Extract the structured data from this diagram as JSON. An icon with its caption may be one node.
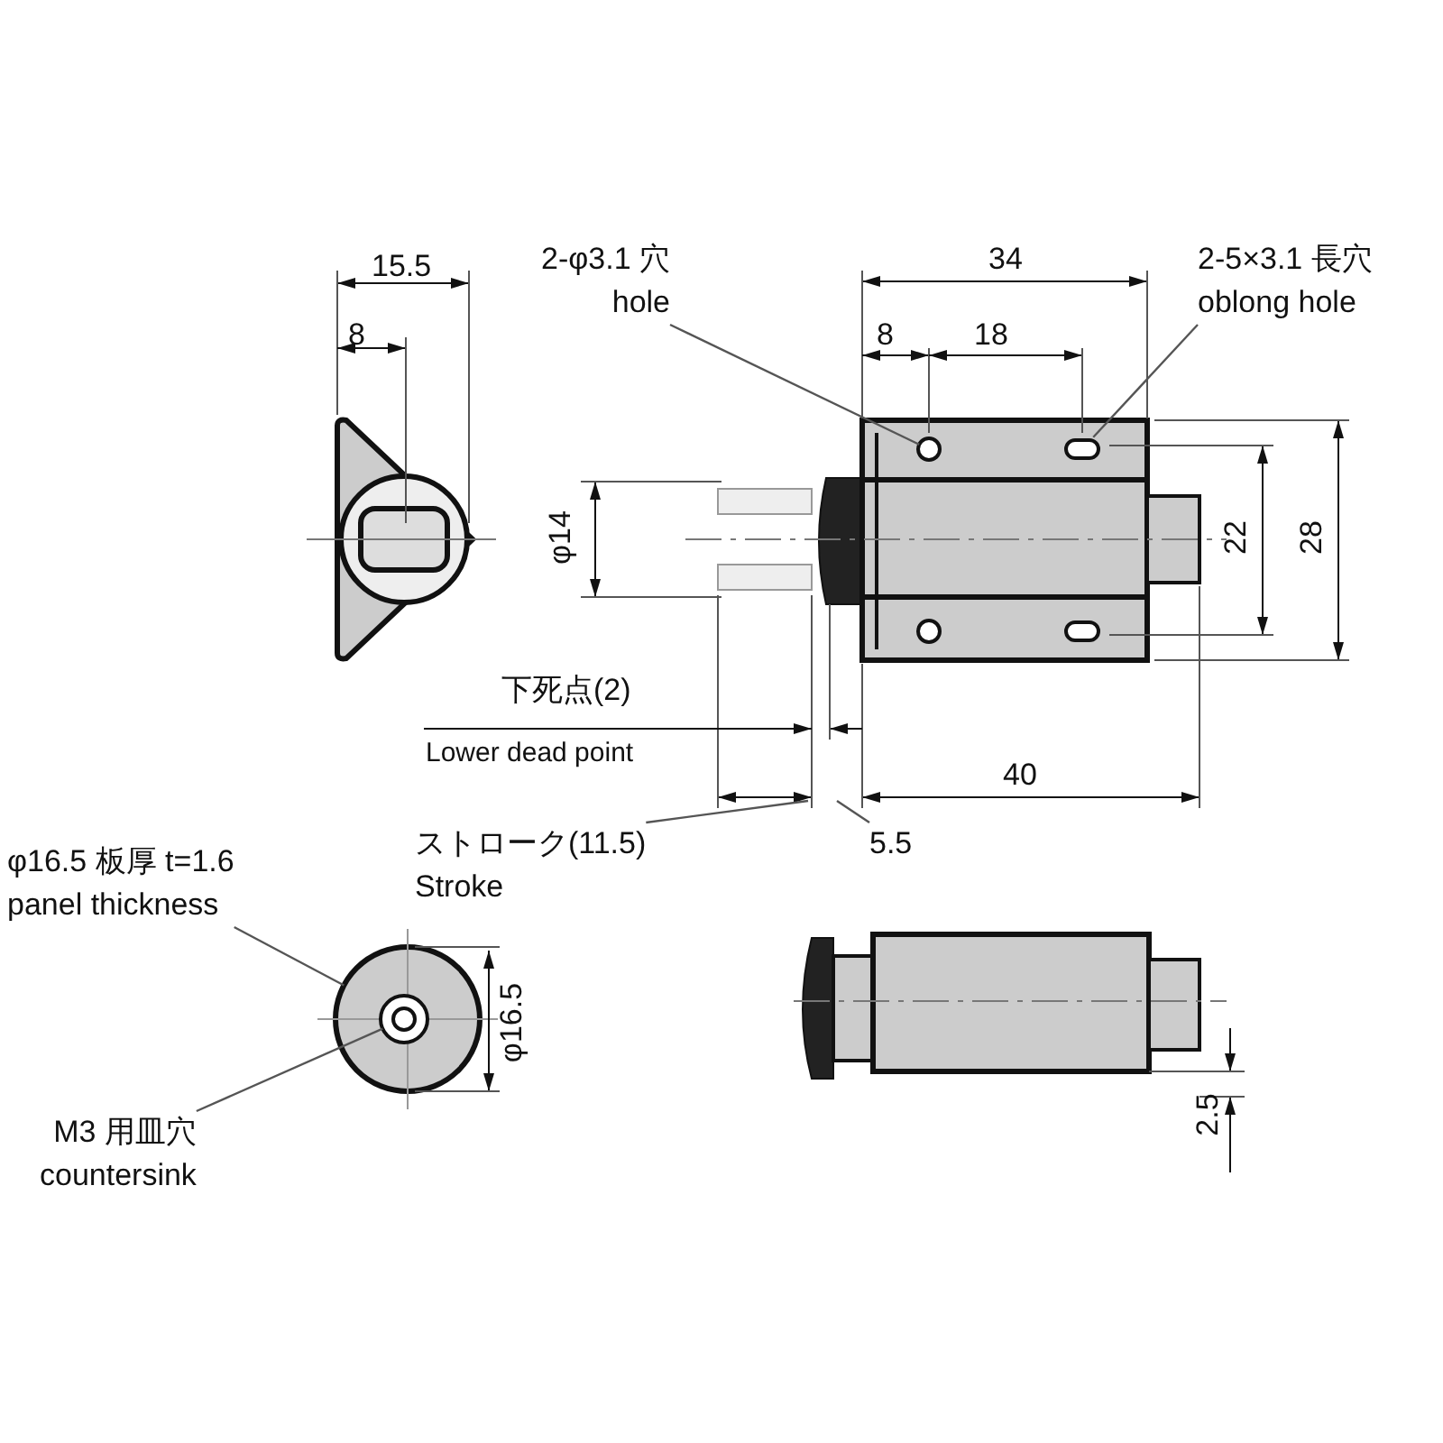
{
  "diagram": {
    "nodes": [
      {
        "text": [
          "2-φ3.1 穴",
          "hole"
        ]
      },
      {
        "text": [],
        "shape": "circle"
      },
      {
        "text": [
          "2-5×3.1 長穴",
          "oblong hole"
        ]
      },
      {
        "text": [],
        "shape": "oval"
      },
      {
        "text": [
          "φ16.5 板厚 t=1.6",
          "panel thickness"
        ]
      },
      {
        "text": [],
        "shape": "circle"
      },
      {
        "text": [
          "M3 用皿穴",
          "countersink"
        ]
      },
      {
        "text": [],
        "shape": "circle",
        "in": 5
      },
      {
        "text": [
          "ストローク(11.5)",
          "Stroke"
        ]
      },
      {
        "text": [
          "5.5"
        ]
      }
    ],
    "edges": [
      {
        "from": 0,
        "to": 1,
        "arrow": "none"
      },
      {
        "from": 2,
        "to": 3,
        "arrow": "none"
      },
      {
        "from": 4,
        "to": 5,
        "arrow": "none"
      },
      {
        "from": 6,
        "to": 7,
        "arrow": "none"
      },
      {
        "from": 8,
        "to": null,
        "arrow": "none"
      },
      {
        "from": 9,
        "to": null,
        "arrow": "none"
      }
    ],
    "labels": [
      "15.5",
      "8",
      "34",
      "8",
      "18",
      "φ14",
      "22",
      "28",
      "下死点(2)",
      "Lower dead point",
      "40",
      "φ16.5",
      "2.5"
    ]
  }
}
